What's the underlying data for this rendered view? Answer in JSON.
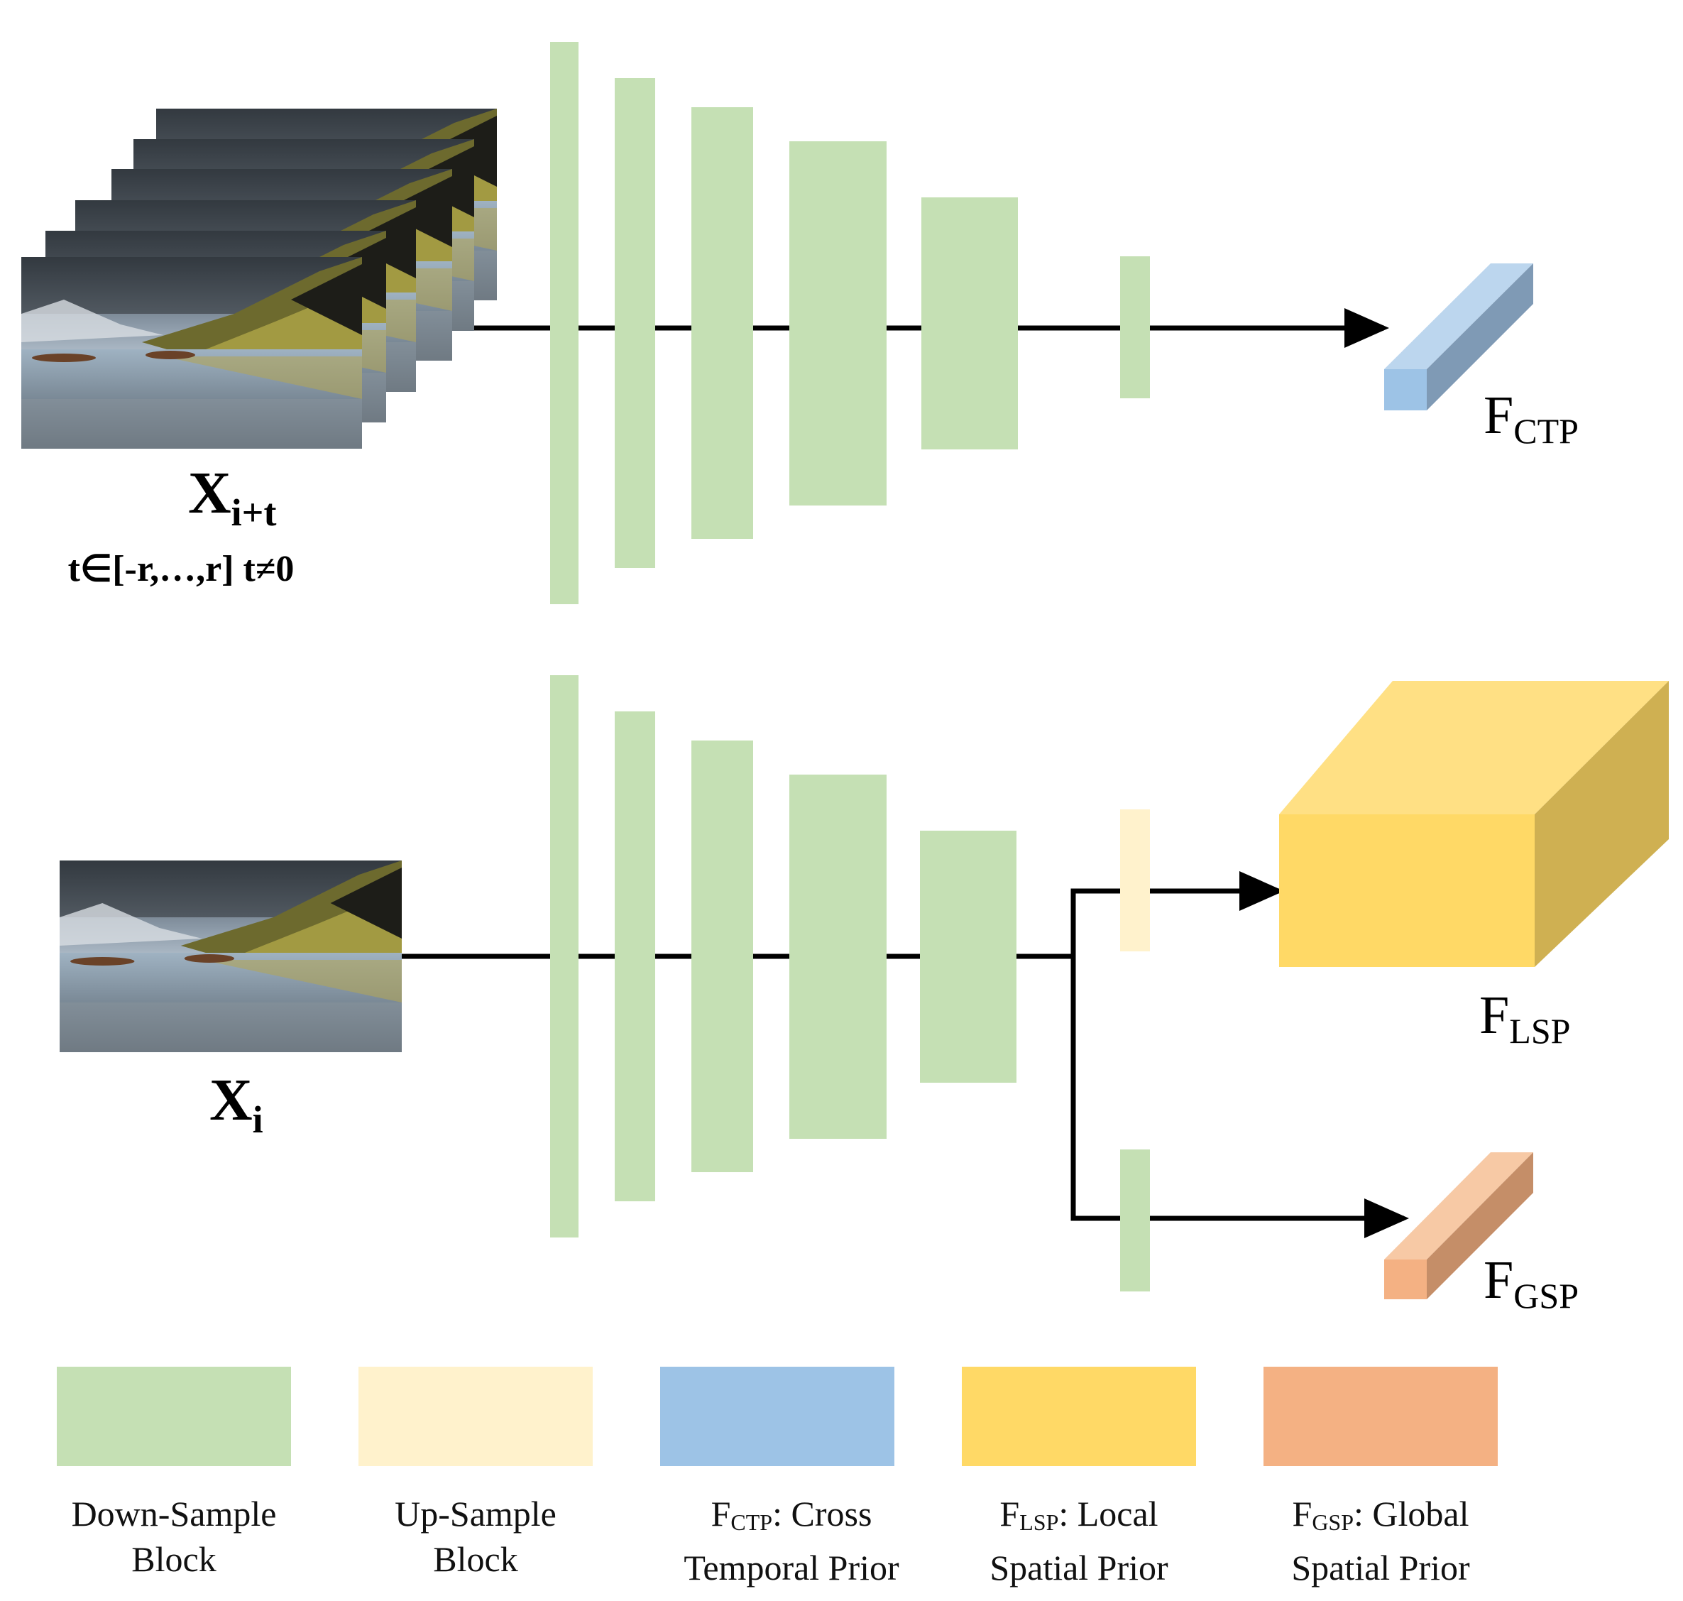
{
  "diagram": {
    "top_branch": {
      "input_label_main": "X",
      "input_label_sub": "i+t",
      "input_range": "t∈[-r,…,r] t≠0",
      "output_label_main": "F",
      "output_label_sub": "CTP"
    },
    "bottom_branch": {
      "input_label_main": "X",
      "input_label_sub": "i",
      "local_output_main": "F",
      "local_output_sub": "LSP",
      "global_output_main": "F",
      "global_output_sub": "GSP"
    },
    "colors": {
      "down_sample": "#c5e0b4",
      "up_sample": "#fff2cc",
      "ctp": "#9dc3e6",
      "lsp": "#ffd966",
      "gsp": "#f4b183",
      "arrow": "#000000"
    },
    "icons": {
      "frame_image": "landscape-photo-icon"
    }
  },
  "legend": [
    {
      "line1": "Down-Sample",
      "line2": "Block"
    },
    {
      "line1": "Up-Sample",
      "line2": "Block"
    },
    {
      "line1_main": "F",
      "line1_sub": "CTP",
      "line1_rest": ": Cross",
      "line2": "Temporal Prior"
    },
    {
      "line1_main": "F",
      "line1_sub": "LSP",
      "line1_rest": ": Local",
      "line2": "Spatial Prior"
    },
    {
      "line1_main": "F",
      "line1_sub": "GSP",
      "line1_rest": ": Global",
      "line2": "Spatial Prior"
    }
  ]
}
